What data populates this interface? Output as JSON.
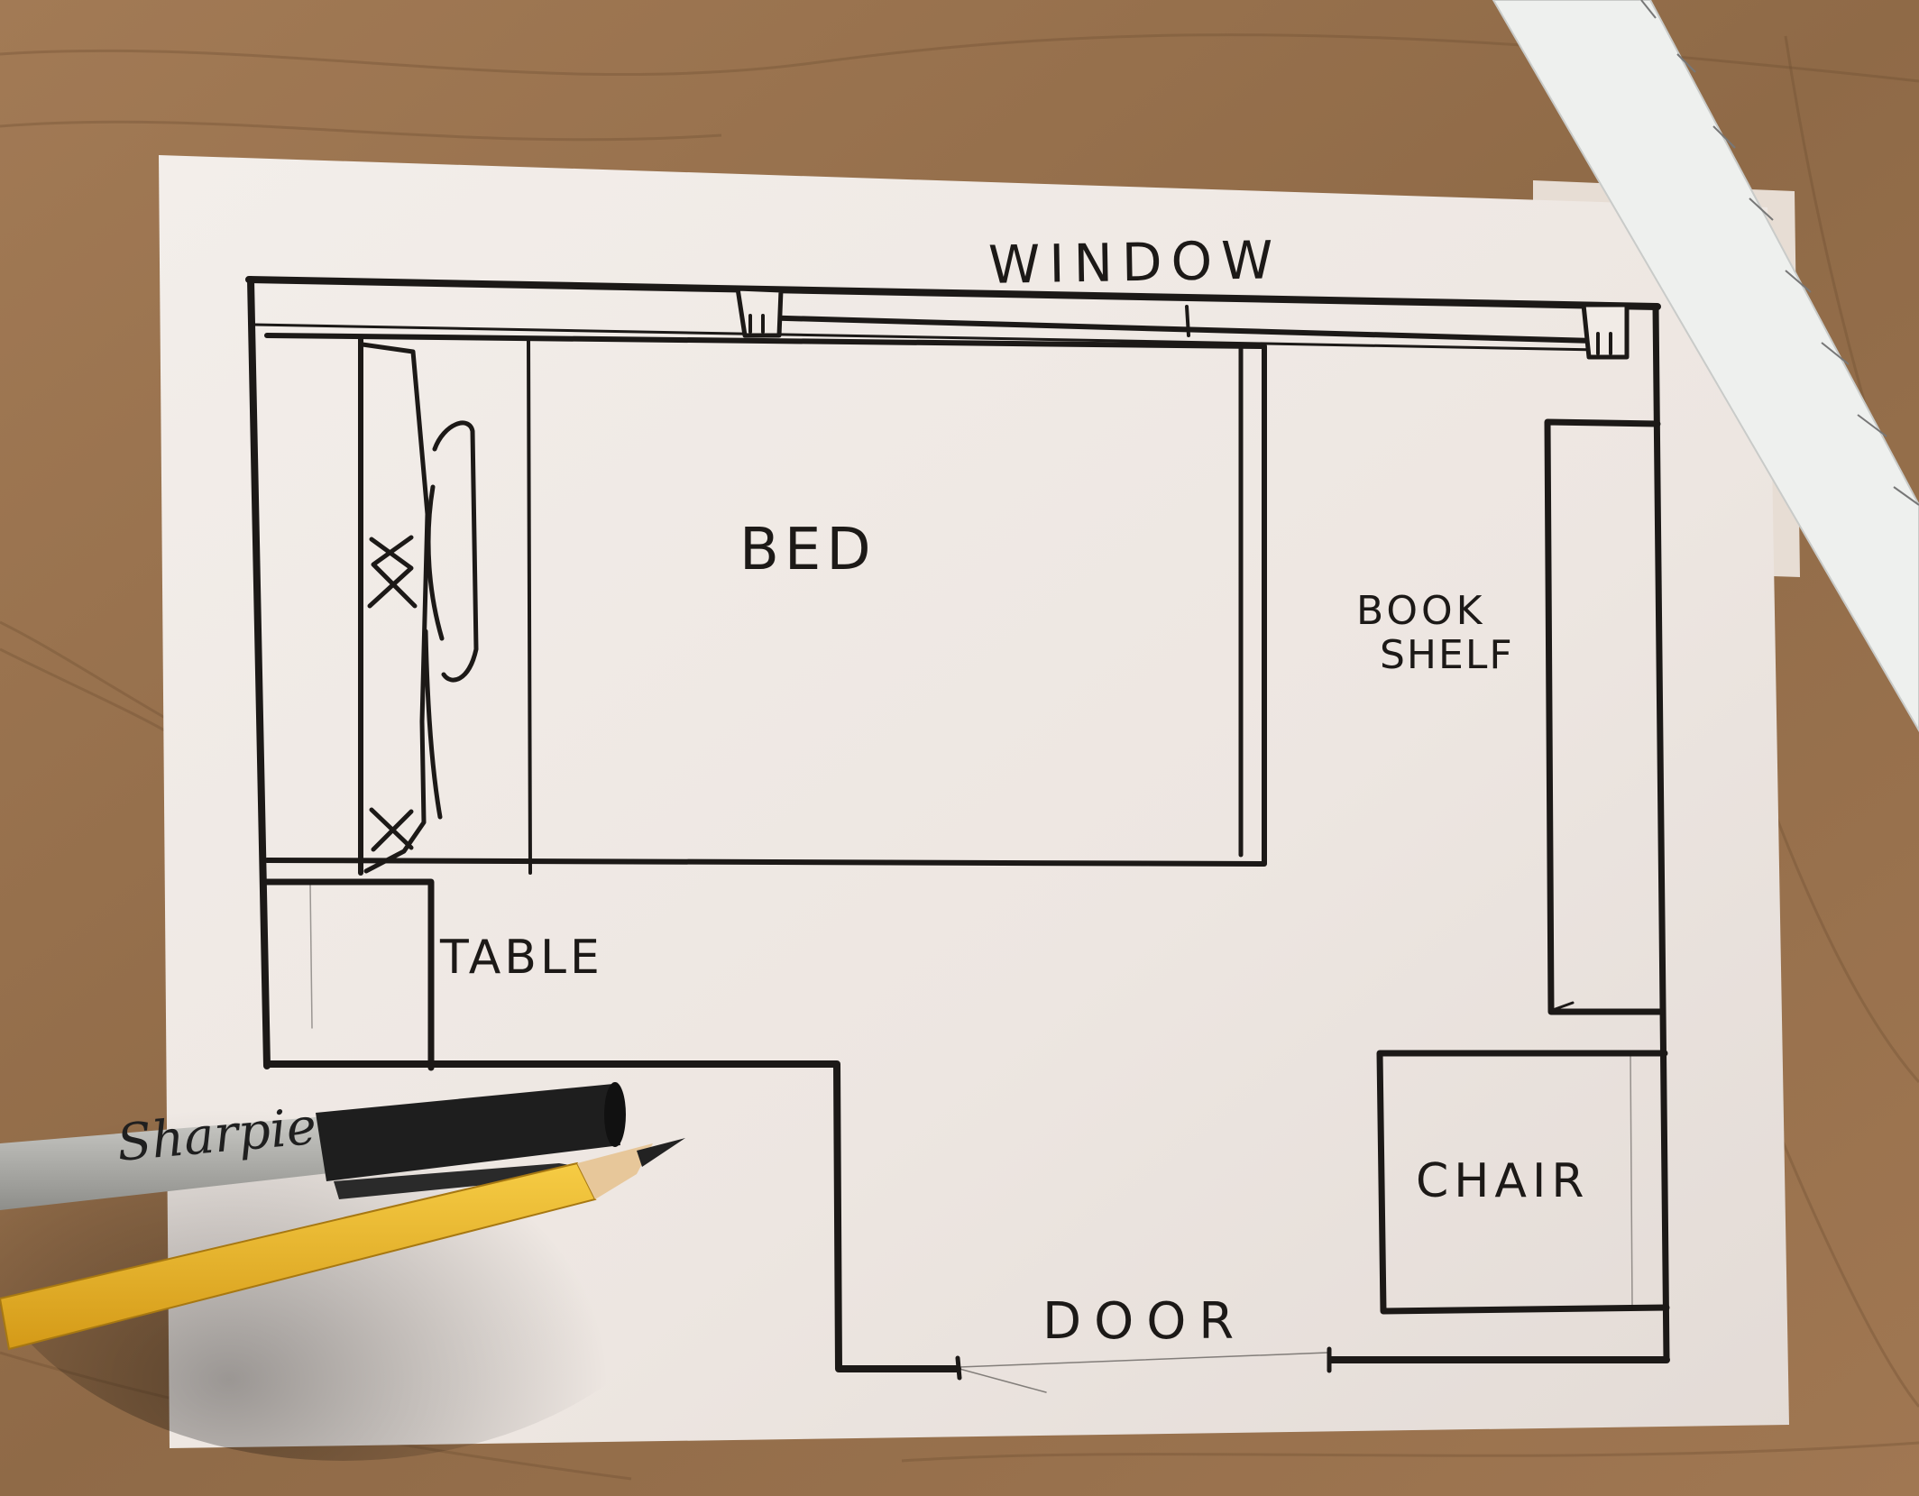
{
  "labels": {
    "window": "WINDOW",
    "bed": "BED",
    "book": "BOOK",
    "shelf": "SHELF",
    "table": "TABLE",
    "chair": "CHAIR",
    "door": "DOOR"
  },
  "marker": {
    "brand": "Sharpie"
  },
  "colors": {
    "wood": "#9a7350",
    "paper": "#f1ebe6",
    "ink": "#1c1917",
    "pencil": "#e8b528",
    "ruler": "#eef0ee"
  }
}
